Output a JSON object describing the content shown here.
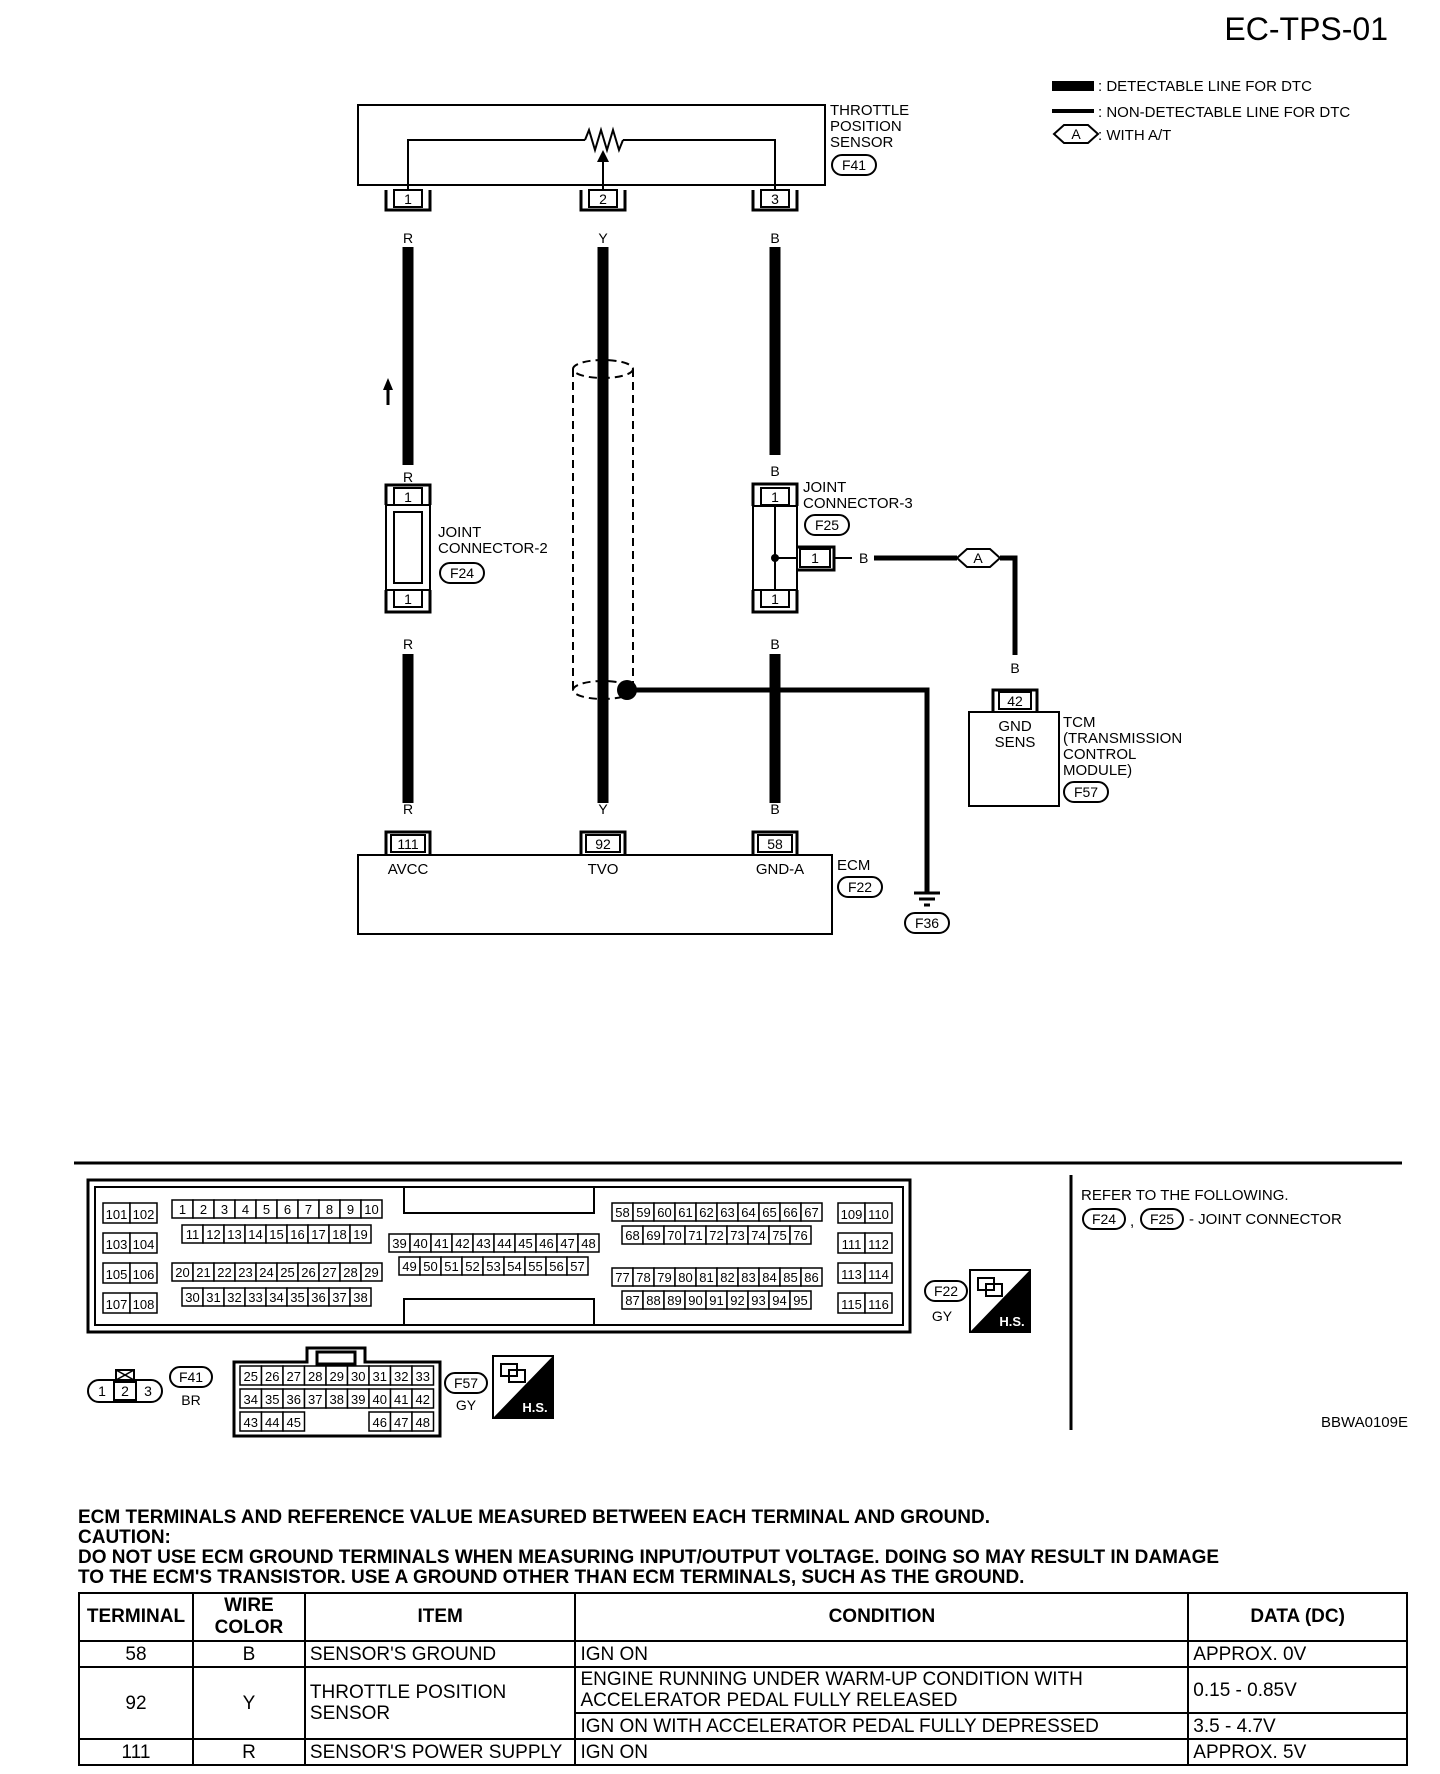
{
  "page_title": "EC-TPS-01",
  "legend": {
    "detectable": ": DETECTABLE LINE FOR DTC",
    "non_detectable": ": NON-DETECTABLE LINE FOR DTC",
    "with_at_code": "A",
    "with_at": ": WITH A/T"
  },
  "components": {
    "tps": {
      "lines": [
        "THROTTLE",
        "POSITION",
        "SENSOR"
      ],
      "connector": "F41",
      "pins": [
        "1",
        "2",
        "3"
      ]
    },
    "jc2": {
      "lines": [
        "JOINT",
        "CONNECTOR-2"
      ],
      "connector": "F24",
      "pin": "1"
    },
    "jc3": {
      "lines": [
        "JOINT",
        "CONNECTOR-3"
      ],
      "connector": "F25",
      "pin": "1"
    },
    "tcm": {
      "lines": [
        "TCM",
        "(TRANSMISSION",
        "CONTROL",
        "MODULE)"
      ],
      "connector": "F57",
      "pin": "42",
      "pin_label": [
        "GND",
        "SENS"
      ]
    },
    "ecm": {
      "name": "ECM",
      "connector": "F22",
      "pins": [
        "111",
        "92",
        "58"
      ],
      "labels": [
        "AVCC",
        "TVO",
        "GND-A"
      ]
    },
    "ground": {
      "connector": "F36"
    }
  },
  "wire_colors": {
    "r": "R",
    "y": "Y",
    "b": "B"
  },
  "connector_views": {
    "f22_rows": [
      [
        "1",
        "2",
        "3",
        "4",
        "5",
        "6",
        "7",
        "8",
        "9",
        "10"
      ],
      [
        "11",
        "12",
        "13",
        "14",
        "15",
        "16",
        "17",
        "18",
        "19"
      ],
      [
        "20",
        "21",
        "22",
        "23",
        "24",
        "25",
        "26",
        "27",
        "28",
        "29"
      ],
      [
        "30",
        "31",
        "32",
        "33",
        "34",
        "35",
        "36",
        "37",
        "38"
      ],
      [
        "39",
        "40",
        "41",
        "42",
        "43",
        "44",
        "45",
        "46",
        "47",
        "48"
      ],
      [
        "49",
        "50",
        "51",
        "52",
        "53",
        "54",
        "55",
        "56",
        "57"
      ],
      [
        "58",
        "59",
        "60",
        "61",
        "62",
        "63",
        "64",
        "65",
        "66",
        "67"
      ],
      [
        "68",
        "69",
        "70",
        "71",
        "72",
        "73",
        "74",
        "75",
        "76"
      ],
      [
        "77",
        "78",
        "79",
        "80",
        "81",
        "82",
        "83",
        "84",
        "85",
        "86"
      ],
      [
        "87",
        "88",
        "89",
        "90",
        "91",
        "92",
        "93",
        "94",
        "95"
      ]
    ],
    "f22_side_left": [
      [
        "101",
        "102"
      ],
      [
        "103",
        "104"
      ],
      [
        "105",
        "106"
      ],
      [
        "107",
        "108"
      ]
    ],
    "f22_side_right": [
      [
        "109",
        "110"
      ],
      [
        "111",
        "112"
      ],
      [
        "113",
        "114"
      ],
      [
        "115",
        "116"
      ]
    ],
    "f22_color": "GY",
    "f41_pins": [
      "1",
      "2",
      "3"
    ],
    "f41_color": "BR",
    "f57_rows": [
      [
        "25",
        "26",
        "27",
        "28",
        "29",
        "30",
        "31",
        "32",
        "33"
      ],
      [
        "34",
        "35",
        "36",
        "37",
        "38",
        "39",
        "40",
        "41",
        "42"
      ],
      [
        "43",
        "44",
        "45",
        "46",
        "47",
        "48"
      ]
    ],
    "f57_color": "GY",
    "hs": "H.S."
  },
  "refer": {
    "text": "REFER TO THE FOLLOWING.",
    "connectors": [
      "F24",
      "F25"
    ],
    "suffix": "- JOINT CONNECTOR"
  },
  "figure_code": "BBWA0109E",
  "notes": {
    "line1": "ECM TERMINALS AND REFERENCE VALUE MEASURED BETWEEN EACH TERMINAL AND GROUND.",
    "line2": "CAUTION:",
    "line3": "DO NOT USE ECM GROUND TERMINALS WHEN MEASURING INPUT/OUTPUT VOLTAGE. DOING SO MAY RESULT IN DAMAGE",
    "line4": "TO THE ECM'S TRANSISTOR. USE A GROUND OTHER THAN ECM TERMINALS, SUCH AS THE GROUND."
  },
  "table": {
    "headers": [
      "TERMINAL",
      "WIRE COLOR",
      "ITEM",
      "CONDITION",
      "DATA (DC)"
    ],
    "r58": {
      "terminal": "58",
      "wire": "B",
      "item": "SENSOR'S GROUND",
      "condition": "IGN ON",
      "data": "APPROX. 0V"
    },
    "r92": {
      "terminal": "92",
      "wire": "Y",
      "item": "THROTTLE POSITION SENSOR",
      "cond1": "ENGINE RUNNING UNDER WARM-UP CONDITION WITH ACCELERATOR PEDAL FULLY RELEASED",
      "data1": "0.15 - 0.85V",
      "cond2": "IGN ON WITH ACCELERATOR PEDAL FULLY DEPRESSED",
      "data2": "3.5 - 4.7V"
    },
    "r111": {
      "terminal": "111",
      "wire": "R",
      "item": "SENSOR'S POWER SUPPLY",
      "condition": "IGN ON",
      "data": "APPROX. 5V"
    }
  }
}
